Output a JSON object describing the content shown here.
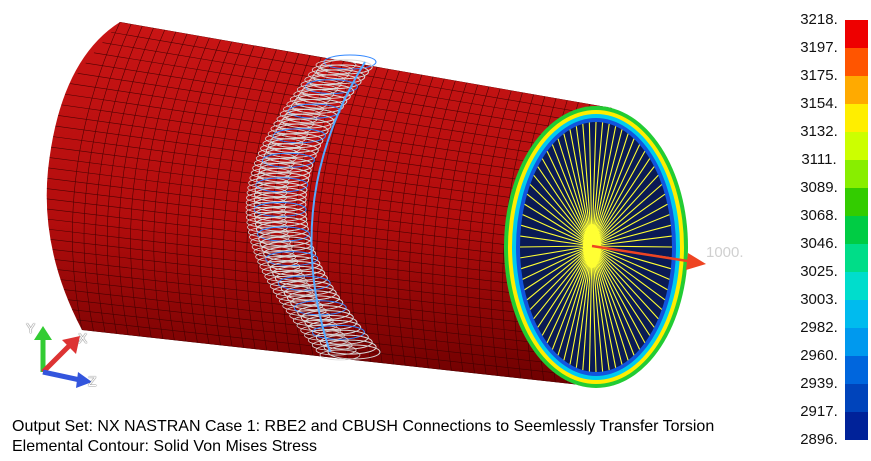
{
  "legend": {
    "labels": [
      "3218.",
      "3197.",
      "3175.",
      "3154.",
      "3132.",
      "3111.",
      "3089.",
      "3068.",
      "3046.",
      "3025.",
      "3003.",
      "2982.",
      "2960.",
      "2939.",
      "2917.",
      "2896."
    ],
    "colors": [
      "#ee0000",
      "#ff5500",
      "#ffaa00",
      "#ffee00",
      "#ccff00",
      "#88ee00",
      "#33cc00",
      "#00cc44",
      "#00dd88",
      "#00ddcc",
      "#00bbee",
      "#0099ee",
      "#0066dd",
      "#0044bb",
      "#002299"
    ]
  },
  "force_label": "1000.",
  "axes": {
    "x": "X",
    "y": "Y",
    "z": "Z"
  },
  "status": {
    "line1": "Output Set: NX NASTRAN Case 1: RBE2 and CBUSH Connections to Seemlessly Transfer Torsion",
    "line2": "Elemental Contour: Solid Von Mises Stress"
  },
  "colors": {
    "cylinder": "#c81010",
    "cylinder_dark": "#7a0000",
    "mesh": "#3a0000",
    "end_face": "#0a1a55",
    "spokes": "#ffff33",
    "spring": "#d8d8d8",
    "spring_blue": "#3388ff",
    "force_arrow": "#ee4422"
  }
}
